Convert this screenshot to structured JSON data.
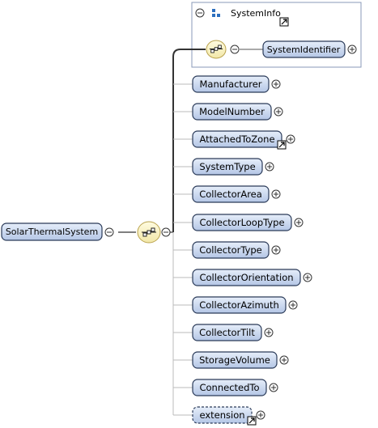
{
  "root": {
    "label": "SolarThermalSystem"
  },
  "system_info": {
    "label": "SystemInfo",
    "child": "SystemIdentifier"
  },
  "elements": [
    {
      "label": "Manufacturer",
      "ref": false,
      "dashed": false
    },
    {
      "label": "ModelNumber",
      "ref": false,
      "dashed": false
    },
    {
      "label": "AttachedToZone",
      "ref": true,
      "dashed": false
    },
    {
      "label": "SystemType",
      "ref": false,
      "dashed": false
    },
    {
      "label": "CollectorArea",
      "ref": false,
      "dashed": false
    },
    {
      "label": "CollectorLoopType",
      "ref": false,
      "dashed": false
    },
    {
      "label": "CollectorType",
      "ref": false,
      "dashed": false
    },
    {
      "label": "CollectorOrientation",
      "ref": false,
      "dashed": false
    },
    {
      "label": "CollectorAzimuth",
      "ref": false,
      "dashed": false
    },
    {
      "label": "CollectorTilt",
      "ref": false,
      "dashed": false
    },
    {
      "label": "StorageVolume",
      "ref": false,
      "dashed": false
    },
    {
      "label": "ConnectedTo",
      "ref": false,
      "dashed": false
    },
    {
      "label": "extension",
      "ref": true,
      "dashed": true
    }
  ],
  "colors": {
    "node_top": "#e6eefa",
    "node_bottom": "#b4c6e6",
    "node_border": "#2a3a58",
    "connector": "#555555",
    "seq_fill": "#fbf6c8",
    "seq_border": "#b9a24c",
    "group_border": "#8a9ab8"
  }
}
